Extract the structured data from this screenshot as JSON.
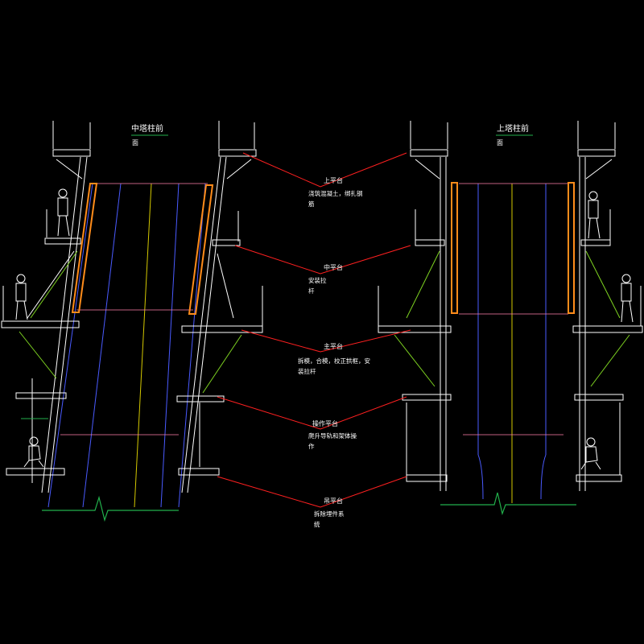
{
  "views": {
    "left": {
      "title": "中塔柱前",
      "subtitle": "面"
    },
    "right": {
      "title": "上塔柱前",
      "subtitle": "面"
    }
  },
  "platforms": [
    {
      "label": "上平台",
      "desc": [
        "浇筑混凝土，绑扎钢",
        "筋"
      ]
    },
    {
      "label": "中平台",
      "desc": [
        "安装拉",
        "杆"
      ]
    },
    {
      "label": "主平台",
      "desc": [
        "拆模，合模，校正拱框，安",
        "装拉杆"
      ]
    },
    {
      "label": "操作平台",
      "desc": [
        "爬升导轨和架体操",
        "作"
      ]
    },
    {
      "label": "吊平台",
      "desc": [
        "拆除埋件系",
        "统"
      ]
    }
  ],
  "colors": {
    "background": "#000000",
    "frame": "#ffffff",
    "leader": "#ff2020",
    "formwork": "#ff8c1a",
    "ground": "#22b14c",
    "grid_blue": "#4a5bff",
    "axis_yellow": "#d4c800",
    "diagonal_green": "#7ed321",
    "accent_cyan": "#00c8ff",
    "pink_line": "#ff7faa"
  }
}
